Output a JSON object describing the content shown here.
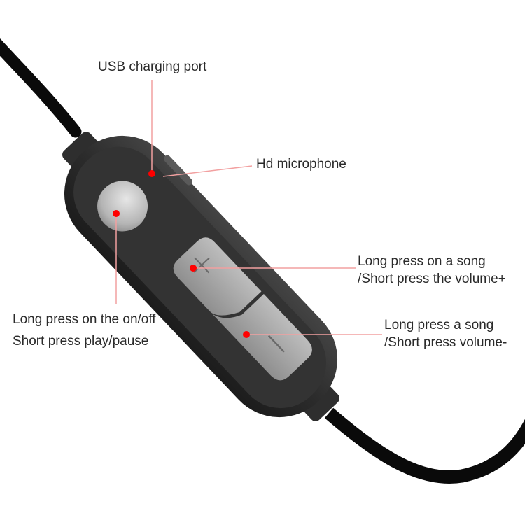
{
  "callouts": {
    "usb_port": {
      "label": "USB charging port",
      "dot": [
        217,
        248
      ],
      "line": [
        [
          217,
          248
        ],
        [
          217,
          115
        ]
      ]
    },
    "microphone": {
      "label": "Hd microphone",
      "dot": [
        217,
        248
      ],
      "line": [
        [
          233,
          252
        ],
        [
          360,
          237
        ]
      ]
    },
    "volume_up": {
      "line1": "Long press on a song",
      "line2": "/Short press the volume+",
      "dot": [
        276,
        383
      ],
      "line": [
        [
          276,
          383
        ],
        [
          508,
          383
        ]
      ]
    },
    "play_pause": {
      "line1": "Long press on the on/off",
      "line2": "Short press play/pause",
      "dot": [
        166,
        305
      ],
      "line": [
        [
          166,
          305
        ],
        [
          166,
          435
        ]
      ]
    },
    "volume_down": {
      "line1": "Long press a song",
      "line2": "/Short press volume-",
      "dot": [
        352,
        478
      ],
      "line": [
        [
          352,
          478
        ],
        [
          546,
          478
        ]
      ]
    }
  },
  "colors": {
    "background": "#ffffff",
    "text": "#2a2a2a",
    "callout_dot": "#ff0000",
    "callout_line": "#f2a0a0",
    "remote_body": "#2b2b2b",
    "remote_face": "#353535",
    "button_gray": "#a9a9a9",
    "cable": "#0a0a0a"
  },
  "buttons": {
    "volume_up_symbol": "+",
    "volume_down_symbol": "−"
  }
}
